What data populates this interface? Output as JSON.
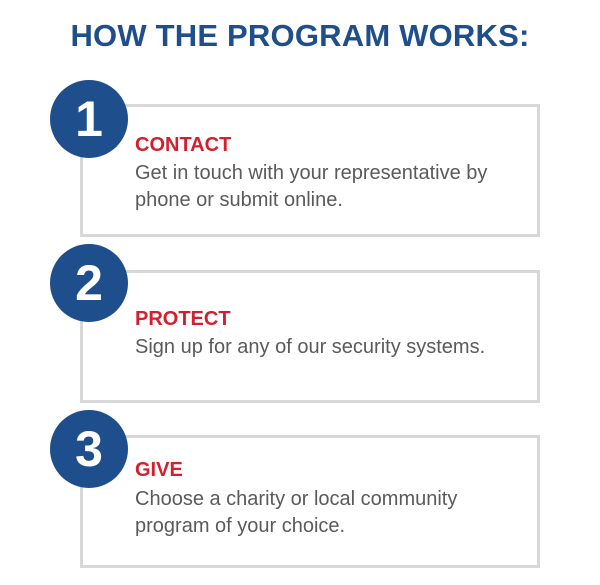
{
  "title": "HOW THE PROGRAM WORKS:",
  "steps": [
    {
      "number": "1",
      "heading": "CONTACT",
      "description": "Get in touch with your representative by phone or submit online."
    },
    {
      "number": "2",
      "heading": "PROTECT",
      "description": "Sign up for any of our security systems."
    },
    {
      "number": "3",
      "heading": "GIVE",
      "description": "Choose a charity or local community program of your choice."
    }
  ],
  "colors": {
    "title": "#1e4f8c",
    "circle": "#1e4f8c",
    "heading": "#d2202e",
    "body_text": "#5a5a5a",
    "box_border": "#d8d8d8"
  }
}
